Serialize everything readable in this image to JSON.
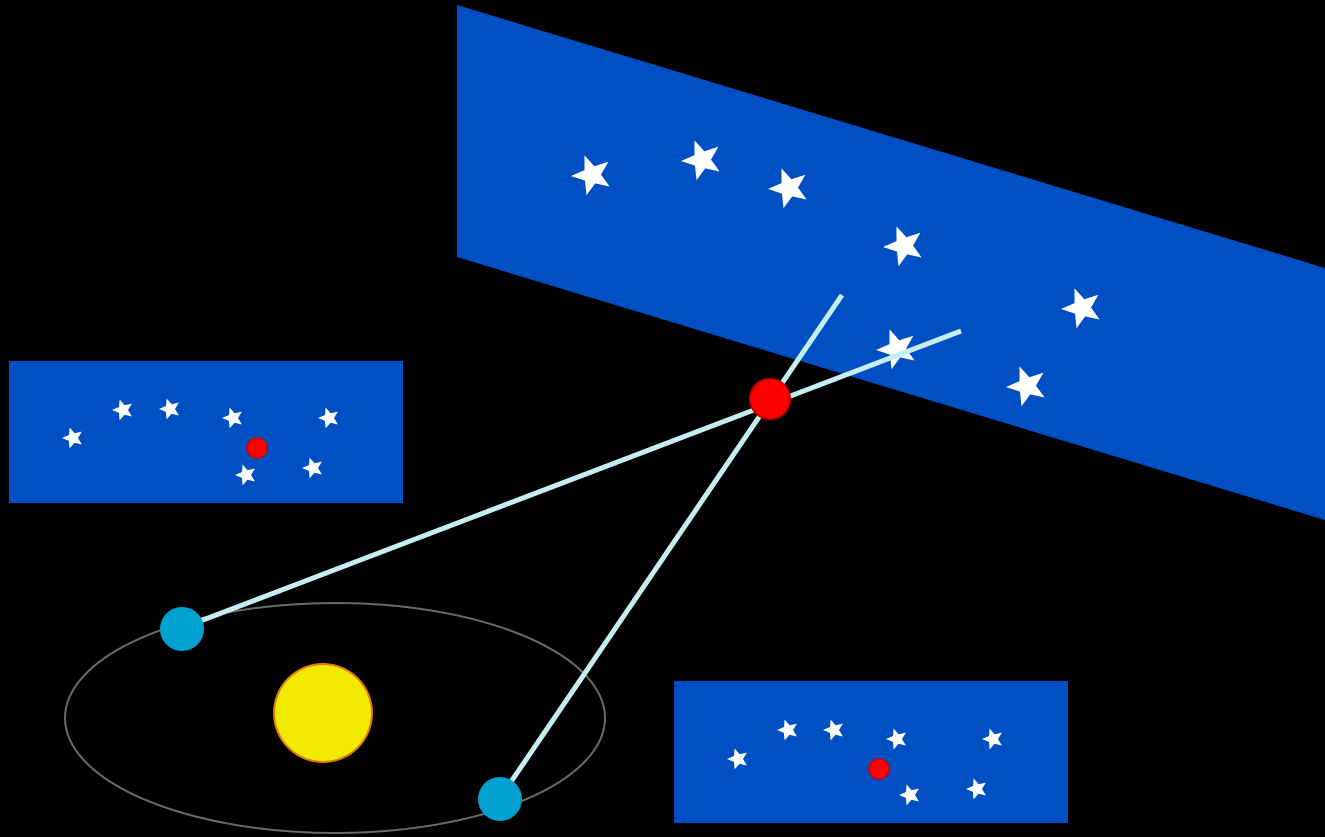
{
  "colors": {
    "background": "#000000",
    "sky_panel": "#0050c4",
    "star": "#ffffff",
    "target_star": "#ff0000",
    "target_star_outline": "#cc0000",
    "sun": "#f2ea00",
    "sun_outline": "#e07a10",
    "earth": "#00a0d0",
    "sight_line": "#c6eef2",
    "orbit": "#6a6a6a"
  },
  "diagram": {
    "sky_view_panel": {
      "icon": "background-star-field",
      "star_count": 7
    },
    "observation_panel_left": {
      "icon": "star-field-with-near-star",
      "star_count": 7
    },
    "observation_panel_right": {
      "icon": "star-field-with-near-star",
      "star_count": 7
    },
    "sun": {
      "icon": "sun"
    },
    "earth_positions": {
      "icon": "earth",
      "count": 2
    },
    "near_star": {
      "icon": "near-star"
    },
    "sight_lines": {
      "count": 2
    },
    "orbit": {
      "icon": "earth-orbit"
    }
  }
}
